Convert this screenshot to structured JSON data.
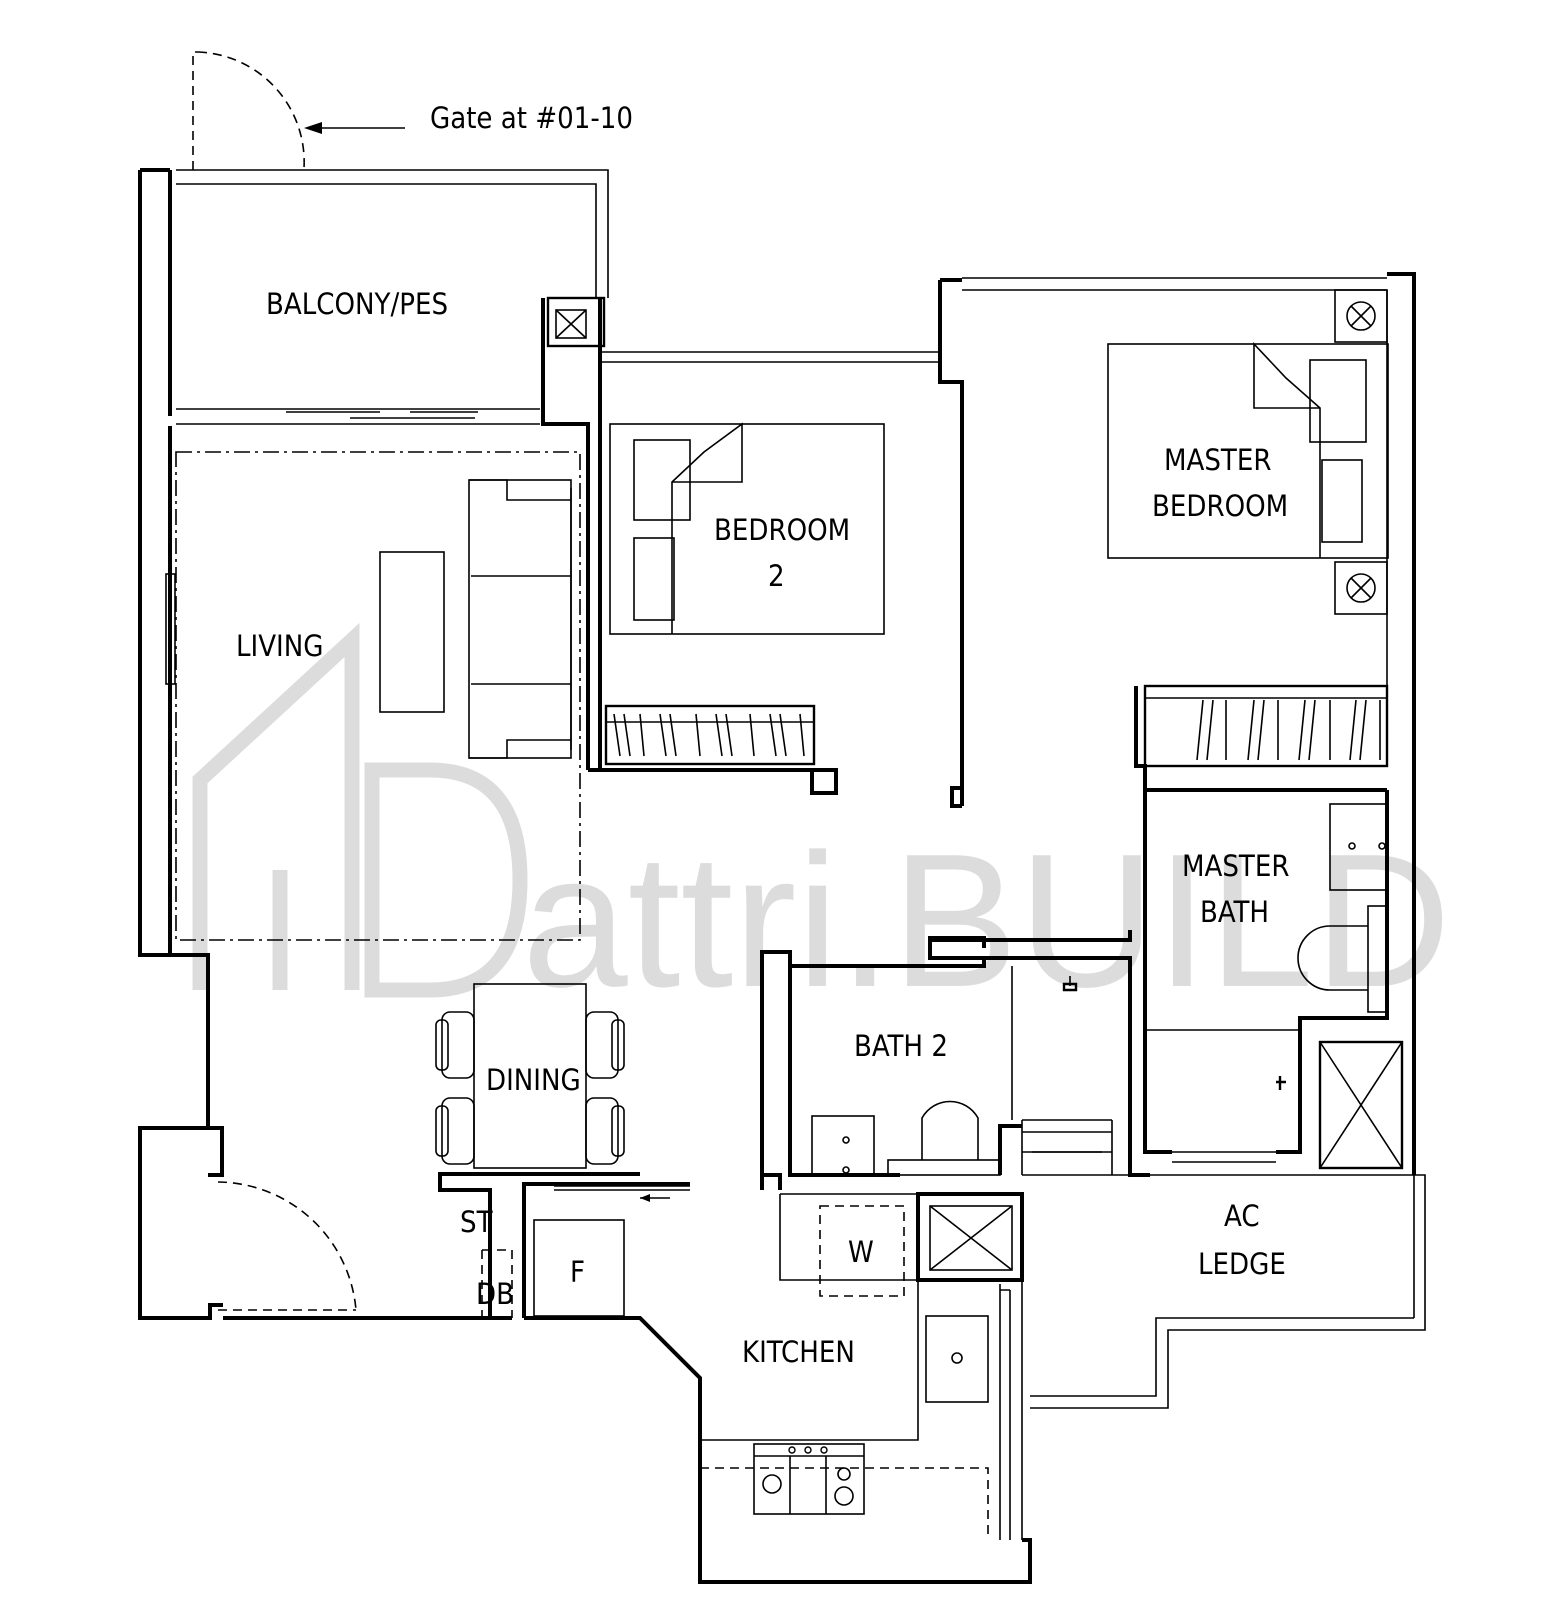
{
  "labels": {
    "gate": "Gate at #01-10",
    "balcony": "BALCONY/PES",
    "living": "LIVING",
    "bedroom2_line1": "BEDROOM",
    "bedroom2_line2": "2",
    "master_line1": "MASTER",
    "master_line2": "BEDROOM",
    "master_bath_line1": "MASTER",
    "master_bath_line2": "BATH",
    "bath2": "BATH 2",
    "dining": "DINING",
    "st": "ST",
    "db": "DB",
    "fridge": "F",
    "washer": "W",
    "kitchen": "KITCHEN",
    "ac_line1": "AC",
    "ac_line2": "LEDGE"
  },
  "watermark": "attri.BUILD"
}
